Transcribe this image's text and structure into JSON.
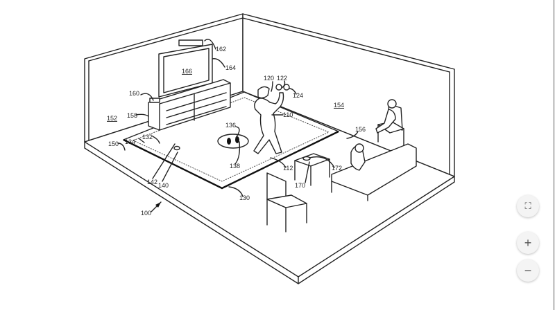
{
  "figure": {
    "labels": {
      "system": "100",
      "user": "110",
      "rug_edge_point": "112",
      "hmd": "120",
      "controller_a": "122",
      "controller_b": "124",
      "rug": "130",
      "rug_border": "132",
      "rug_edge": "134",
      "feet_marker": "136",
      "feet_icons": "138",
      "marker_line": "140",
      "marker": "142",
      "floor": "150",
      "left_wall": "152",
      "right_wall": "154",
      "couch": "156",
      "tv_stand": "158",
      "console": "160",
      "sensor": "162",
      "display": "164",
      "screen": "166",
      "table": "170",
      "table_object": "172"
    }
  },
  "viewer": {
    "controls": [
      {
        "name": "fit-to-screen",
        "symbol": "⛶"
      },
      {
        "name": "zoom-in",
        "symbol": "+"
      },
      {
        "name": "zoom-out",
        "symbol": "−"
      }
    ]
  }
}
